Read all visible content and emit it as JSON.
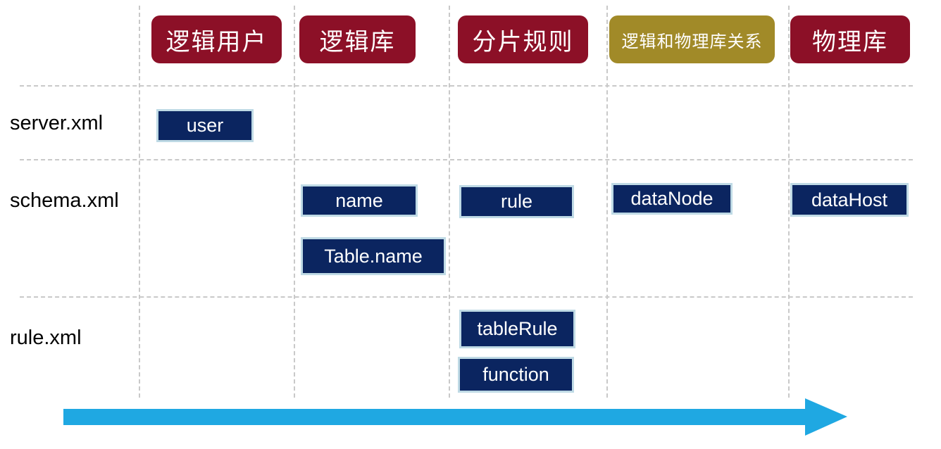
{
  "diagram": {
    "title_hint": "MyCAT configuration files to concepts mapping",
    "columns": [
      {
        "key": "logical-user",
        "label": "逻辑用户",
        "color": "#8C1027"
      },
      {
        "key": "logical-schema",
        "label": "逻辑库",
        "color": "#8C1027"
      },
      {
        "key": "sharding-rule",
        "label": "分片规则",
        "color": "#8C1027"
      },
      {
        "key": "logical-physical-mapping",
        "label": "逻辑和物理库关系",
        "color": "#A18A28"
      },
      {
        "key": "physical-db",
        "label": "物理库",
        "color": "#8C1027"
      }
    ],
    "rows": [
      {
        "key": "server-xml",
        "label": "server.xml"
      },
      {
        "key": "schema-xml",
        "label": "schema.xml"
      },
      {
        "key": "rule-xml",
        "label": "rule.xml"
      }
    ],
    "cells": [
      {
        "label": "user",
        "row": "server.xml",
        "column": "逻辑用户"
      },
      {
        "label": "name",
        "row": "schema.xml",
        "column": "逻辑库"
      },
      {
        "label": "Table.name",
        "row": "schema.xml",
        "column": "逻辑库"
      },
      {
        "label": "rule",
        "row": "schema.xml",
        "column": "分片规则"
      },
      {
        "label": "dataNode",
        "row": "schema.xml",
        "column": "逻辑和物理库关系"
      },
      {
        "label": "dataHost",
        "row": "schema.xml",
        "column": "物理库"
      },
      {
        "label": "tableRule",
        "row": "rule.xml",
        "column": "分片规则"
      },
      {
        "label": "function",
        "row": "rule.xml",
        "column": "分片规则"
      }
    ],
    "colors": {
      "header_red": "#8C1027",
      "header_olive": "#A18A28",
      "box_navy": "#0B2560",
      "box_border": "#BFDAE5",
      "arrow_cyan": "#1FA8E2",
      "grid_gray": "#C9C9C9"
    }
  }
}
